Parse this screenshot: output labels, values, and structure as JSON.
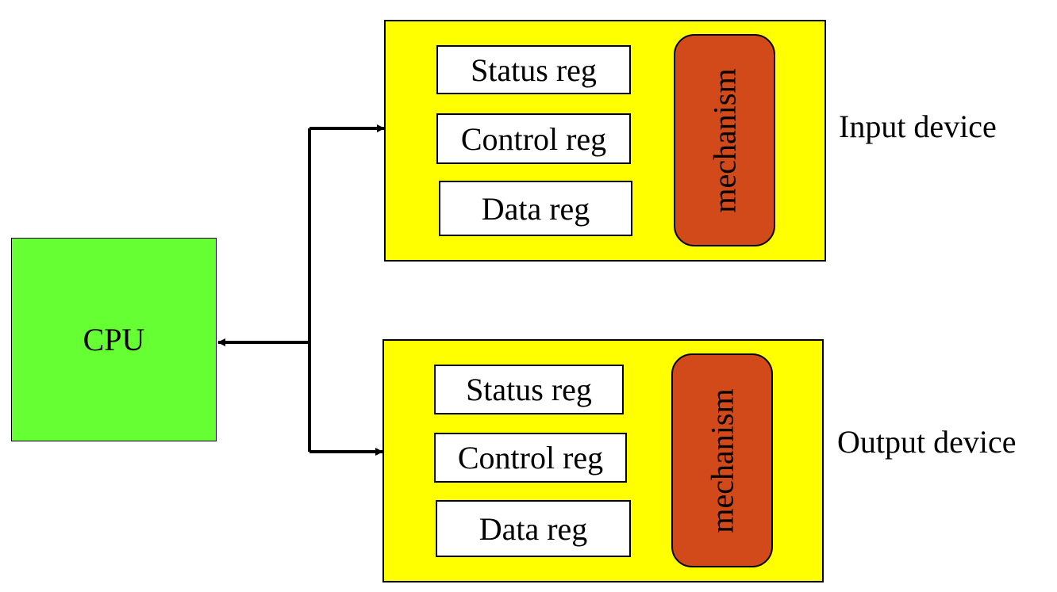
{
  "diagram": {
    "cpu_label": "CPU",
    "devices": [
      {
        "id": "input",
        "label": "Input device",
        "registers": [
          "Status reg",
          "Control reg",
          "Data reg"
        ],
        "mechanism_label": "mechanism"
      },
      {
        "id": "output",
        "label": "Output device",
        "registers": [
          "Status reg",
          "Control reg",
          "Data reg"
        ],
        "mechanism_label": "mechanism"
      }
    ],
    "colors": {
      "cpu": "#66ff33",
      "device": "#ffff00",
      "mechanism": "#d2491a",
      "register": "#ffffff"
    }
  }
}
